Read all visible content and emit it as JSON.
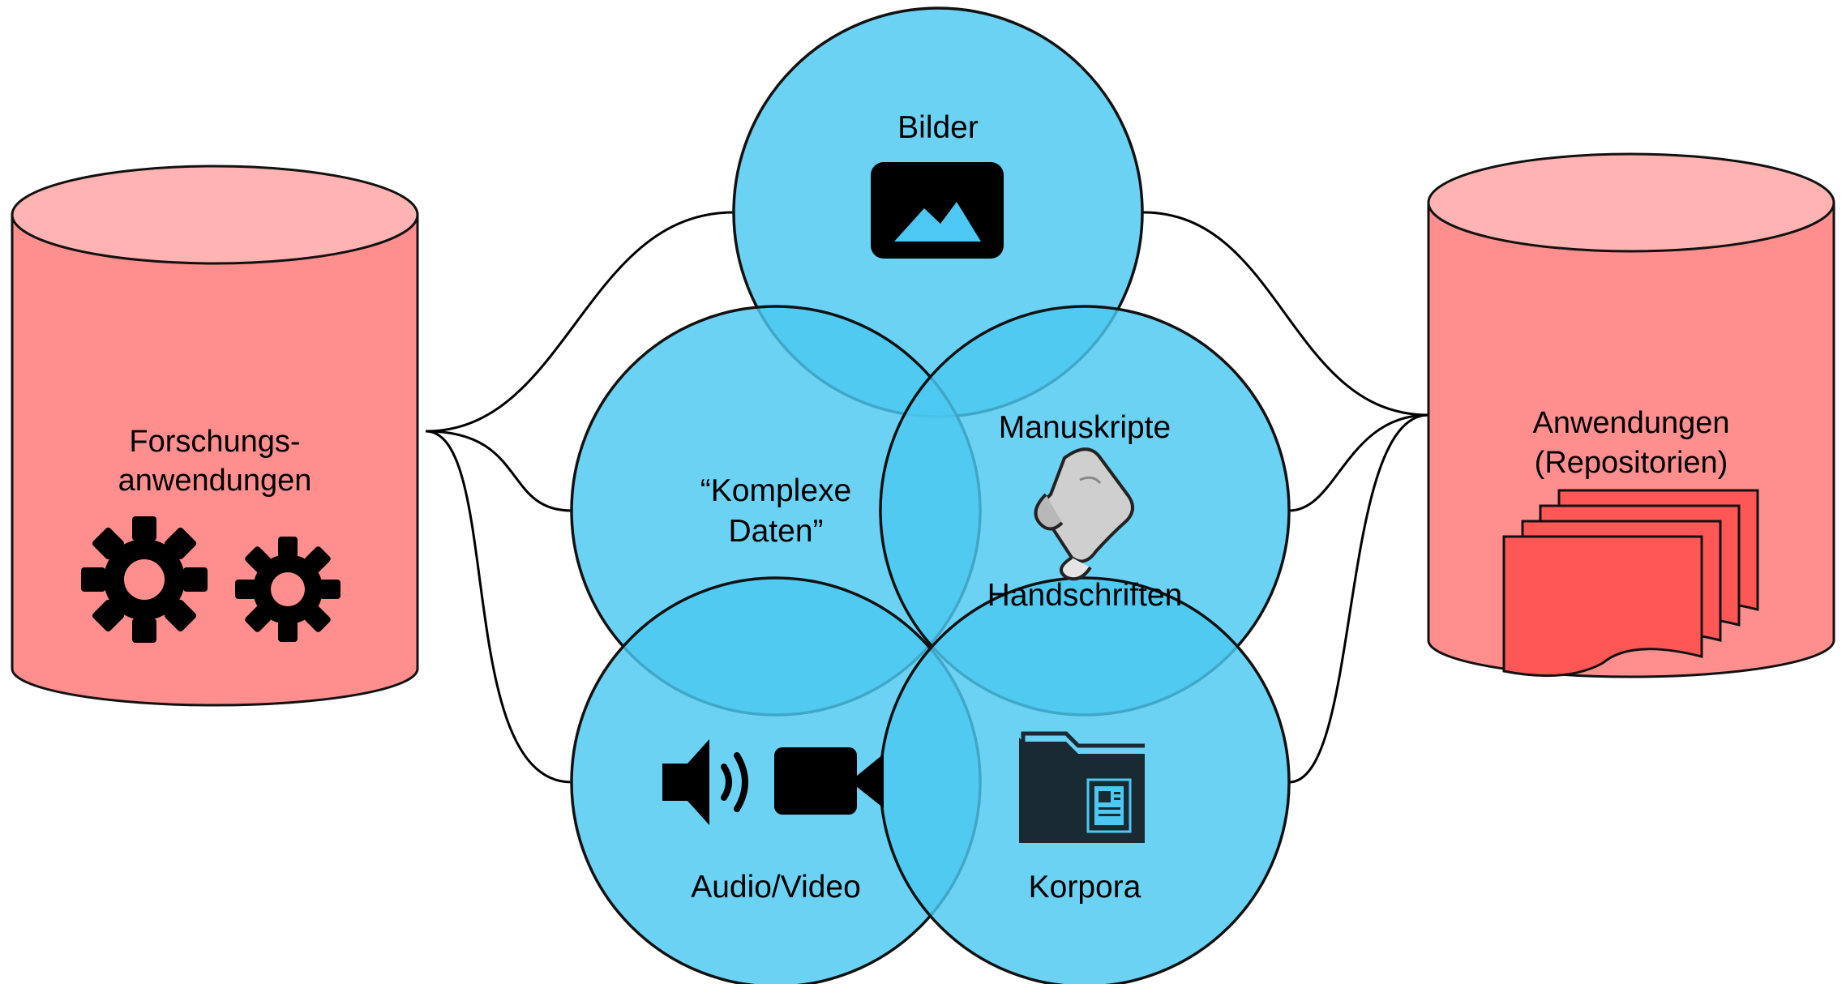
{
  "left_store": {
    "label_lines": [
      "Forschungs-",
      "anwendungen"
    ],
    "icon": "gears-icon"
  },
  "right_store": {
    "label_lines": [
      "Anwendungen",
      "(Repositorien)"
    ],
    "icon": "stacked-documents-icon"
  },
  "center": {
    "label_lines": [
      "“Komplexe",
      "Daten”"
    ]
  },
  "circles": {
    "bilder": {
      "label": "Bilder",
      "icon": "image-icon"
    },
    "manuskripte": {
      "label_top": "Manuskripte",
      "label_bottom": "Handschriften",
      "icon": "scroll-icon"
    },
    "audio_video": {
      "label": "Audio/Video",
      "icons": [
        "speaker-icon",
        "video-camera-icon"
      ]
    },
    "korpora": {
      "label": "Korpora",
      "icon": "folder-document-icon"
    }
  },
  "colors": {
    "circle_fill": "#4cc8f2",
    "circle_stroke": "#111111",
    "cylinder_fill": "#ff8e8e",
    "cylinder_top": "#ffb3b3",
    "documents_fill": "#ff5656",
    "icon_dark": "#000000",
    "folder_dark": "#1a2a33"
  }
}
